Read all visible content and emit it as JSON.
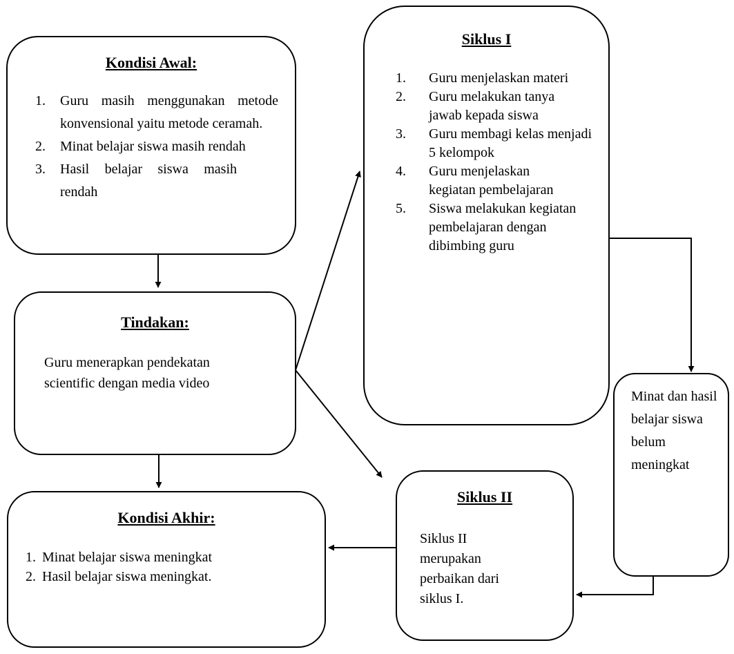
{
  "kondisi_awal": {
    "title": "Kondisi Awal:",
    "items": [
      {
        "num": "1.",
        "text": "Guru masih menggunakan metode konvensional yaitu metode ceramah."
      },
      {
        "num": "2.",
        "text": "Minat belajar siswa masih rendah"
      },
      {
        "num": "3.",
        "text": "Hasil belajar siswa masih rendah"
      }
    ]
  },
  "tindakan": {
    "title": "Tindakan:",
    "text": "Guru menerapkan pendekatan scientific dengan media video"
  },
  "kondisi_akhir": {
    "title": "Kondisi Akhir:",
    "items": [
      {
        "num": "1.",
        "text": "Minat belajar siswa meningkat"
      },
      {
        "num": "2.",
        "text": "Hasil belajar siswa meningkat."
      }
    ]
  },
  "siklus_1": {
    "title": "Siklus I",
    "items": [
      {
        "num": "1.",
        "text": "Guru menjelaskan materi"
      },
      {
        "num": "2.",
        "text": "Guru melakukan tanya jawab kepada siswa"
      },
      {
        "num": "3.",
        "text": "Guru membagi kelas menjadi 5 kelompok"
      },
      {
        "num": "4.",
        "text": "Guru menjelaskan kegiatan pembelajaran"
      },
      {
        "num": "5.",
        "text": "Siswa melakukan kegiatan pembelajaran dengan dibimbing guru"
      }
    ]
  },
  "siklus_2": {
    "title": "Siklus II",
    "text": "Siklus II merupakan perbaikan dari siklus I."
  },
  "evaluasi": {
    "text": "Minat dan hasil belajar siswa belum meningkat"
  }
}
